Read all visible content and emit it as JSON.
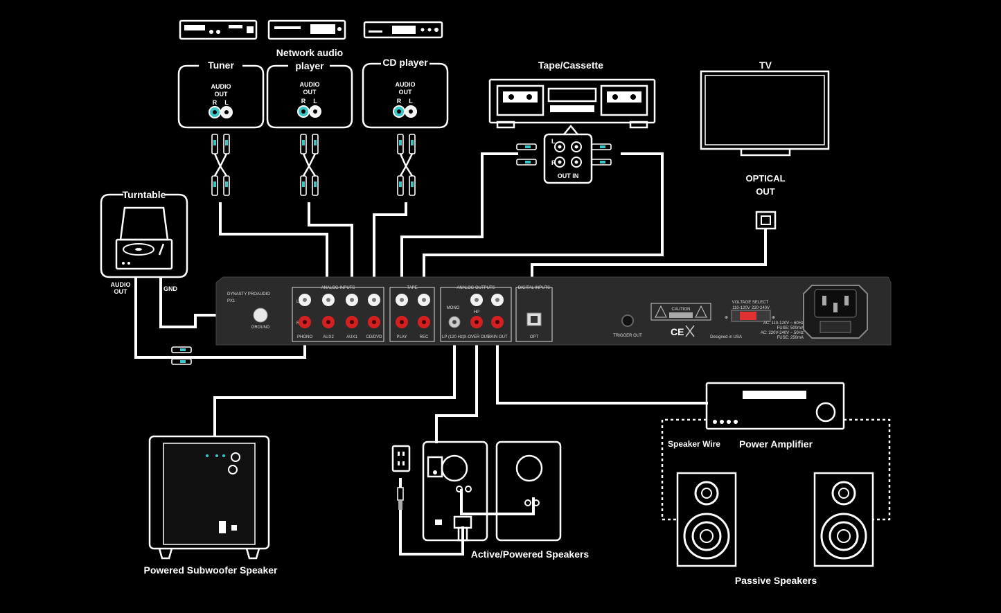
{
  "sources": {
    "tuner": "Tuner",
    "network_audio_player": [
      "Network audio",
      "player"
    ],
    "cd_player": "CD player",
    "turntable": "Turntable",
    "tape_cassette": "Tape/Cassette",
    "tv": "TV"
  },
  "source_jacks": {
    "audio": "AUDIO",
    "out": "OUT",
    "r": "R",
    "l": "L",
    "out_in": "OUT IN"
  },
  "turntable_labels": {
    "audio_out": [
      "AUDIO",
      "OUT"
    ],
    "gnd": "GND"
  },
  "tv_optical": [
    "OPTICAL",
    "OUT"
  ],
  "preamp": {
    "brand": "DYNASTY PROAUDIO",
    "model": "PX1",
    "ground": "GROUND",
    "sections": {
      "analog_inputs": "ANALOG INPUTS",
      "tape": "TAPE",
      "analog_outputs": "ANALOG OUTPUTS",
      "digital_inputs": "DIGITAL INPUTS"
    },
    "input_labels": [
      "PHONO",
      "AUX2",
      "AUX1",
      "CD/DVD"
    ],
    "tape_labels": [
      "PLAY",
      "REC"
    ],
    "output_labels": [
      "MONO",
      "HP",
      "LP (120 Hz)",
      "X-OVER OUT",
      "MAIN OUT"
    ],
    "opt_label": "OPT",
    "trigger_out": "TRIGGER OUT",
    "caution": "CAUTION",
    "voltage_select": "VOLTAGE SELECT",
    "voltage_options": [
      "110-120V",
      "220-240V"
    ],
    "designed_in": "Designed in USA",
    "ce": "CE",
    "power_specs": [
      "AC: 110-120V ~ 60Hz",
      "FUSE: 500mA",
      "AC: 220V-240V ~ 50Hz",
      "FUSE: 250mA"
    ],
    "channel_l": "L",
    "channel_r": "R"
  },
  "outputs": {
    "subwoofer": "Powered Subwoofer Speaker",
    "active_speakers": "Active/Powered Speakers",
    "power_amplifier": "Power Amplifier",
    "speaker_wire": "Speaker Wire",
    "passive_speakers": "Passive Speakers"
  },
  "colors": {
    "background": "#000000",
    "line": "#ffffff",
    "panel": "#2b2b2b",
    "jack_red": "#d42020",
    "jack_white": "#f2f2f2",
    "jack_cyan": "#39c6c6",
    "voltage_switch": "#e03030"
  }
}
